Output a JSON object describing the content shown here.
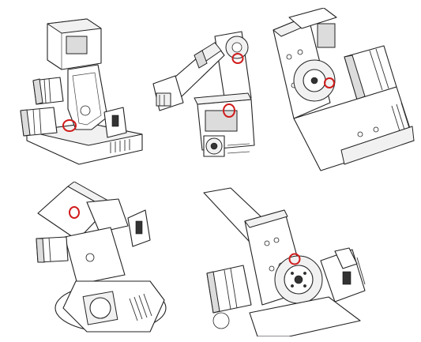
{
  "figure": {
    "panels": [
      {
        "view": "base-joint-view",
        "highlight": "circled-screw"
      },
      {
        "view": "arm-folded-view",
        "highlight": "circled-screws"
      },
      {
        "view": "wrist-close-up-view",
        "highlight": "circled-screw"
      },
      {
        "view": "top-motor-view",
        "highlight": "circled-screw"
      },
      {
        "view": "elbow-gear-close-up-view",
        "highlight": "circled-screw"
      }
    ],
    "colors": {
      "line": "#222222",
      "highlight": "#d01a1a",
      "background": "#ffffff"
    }
  }
}
